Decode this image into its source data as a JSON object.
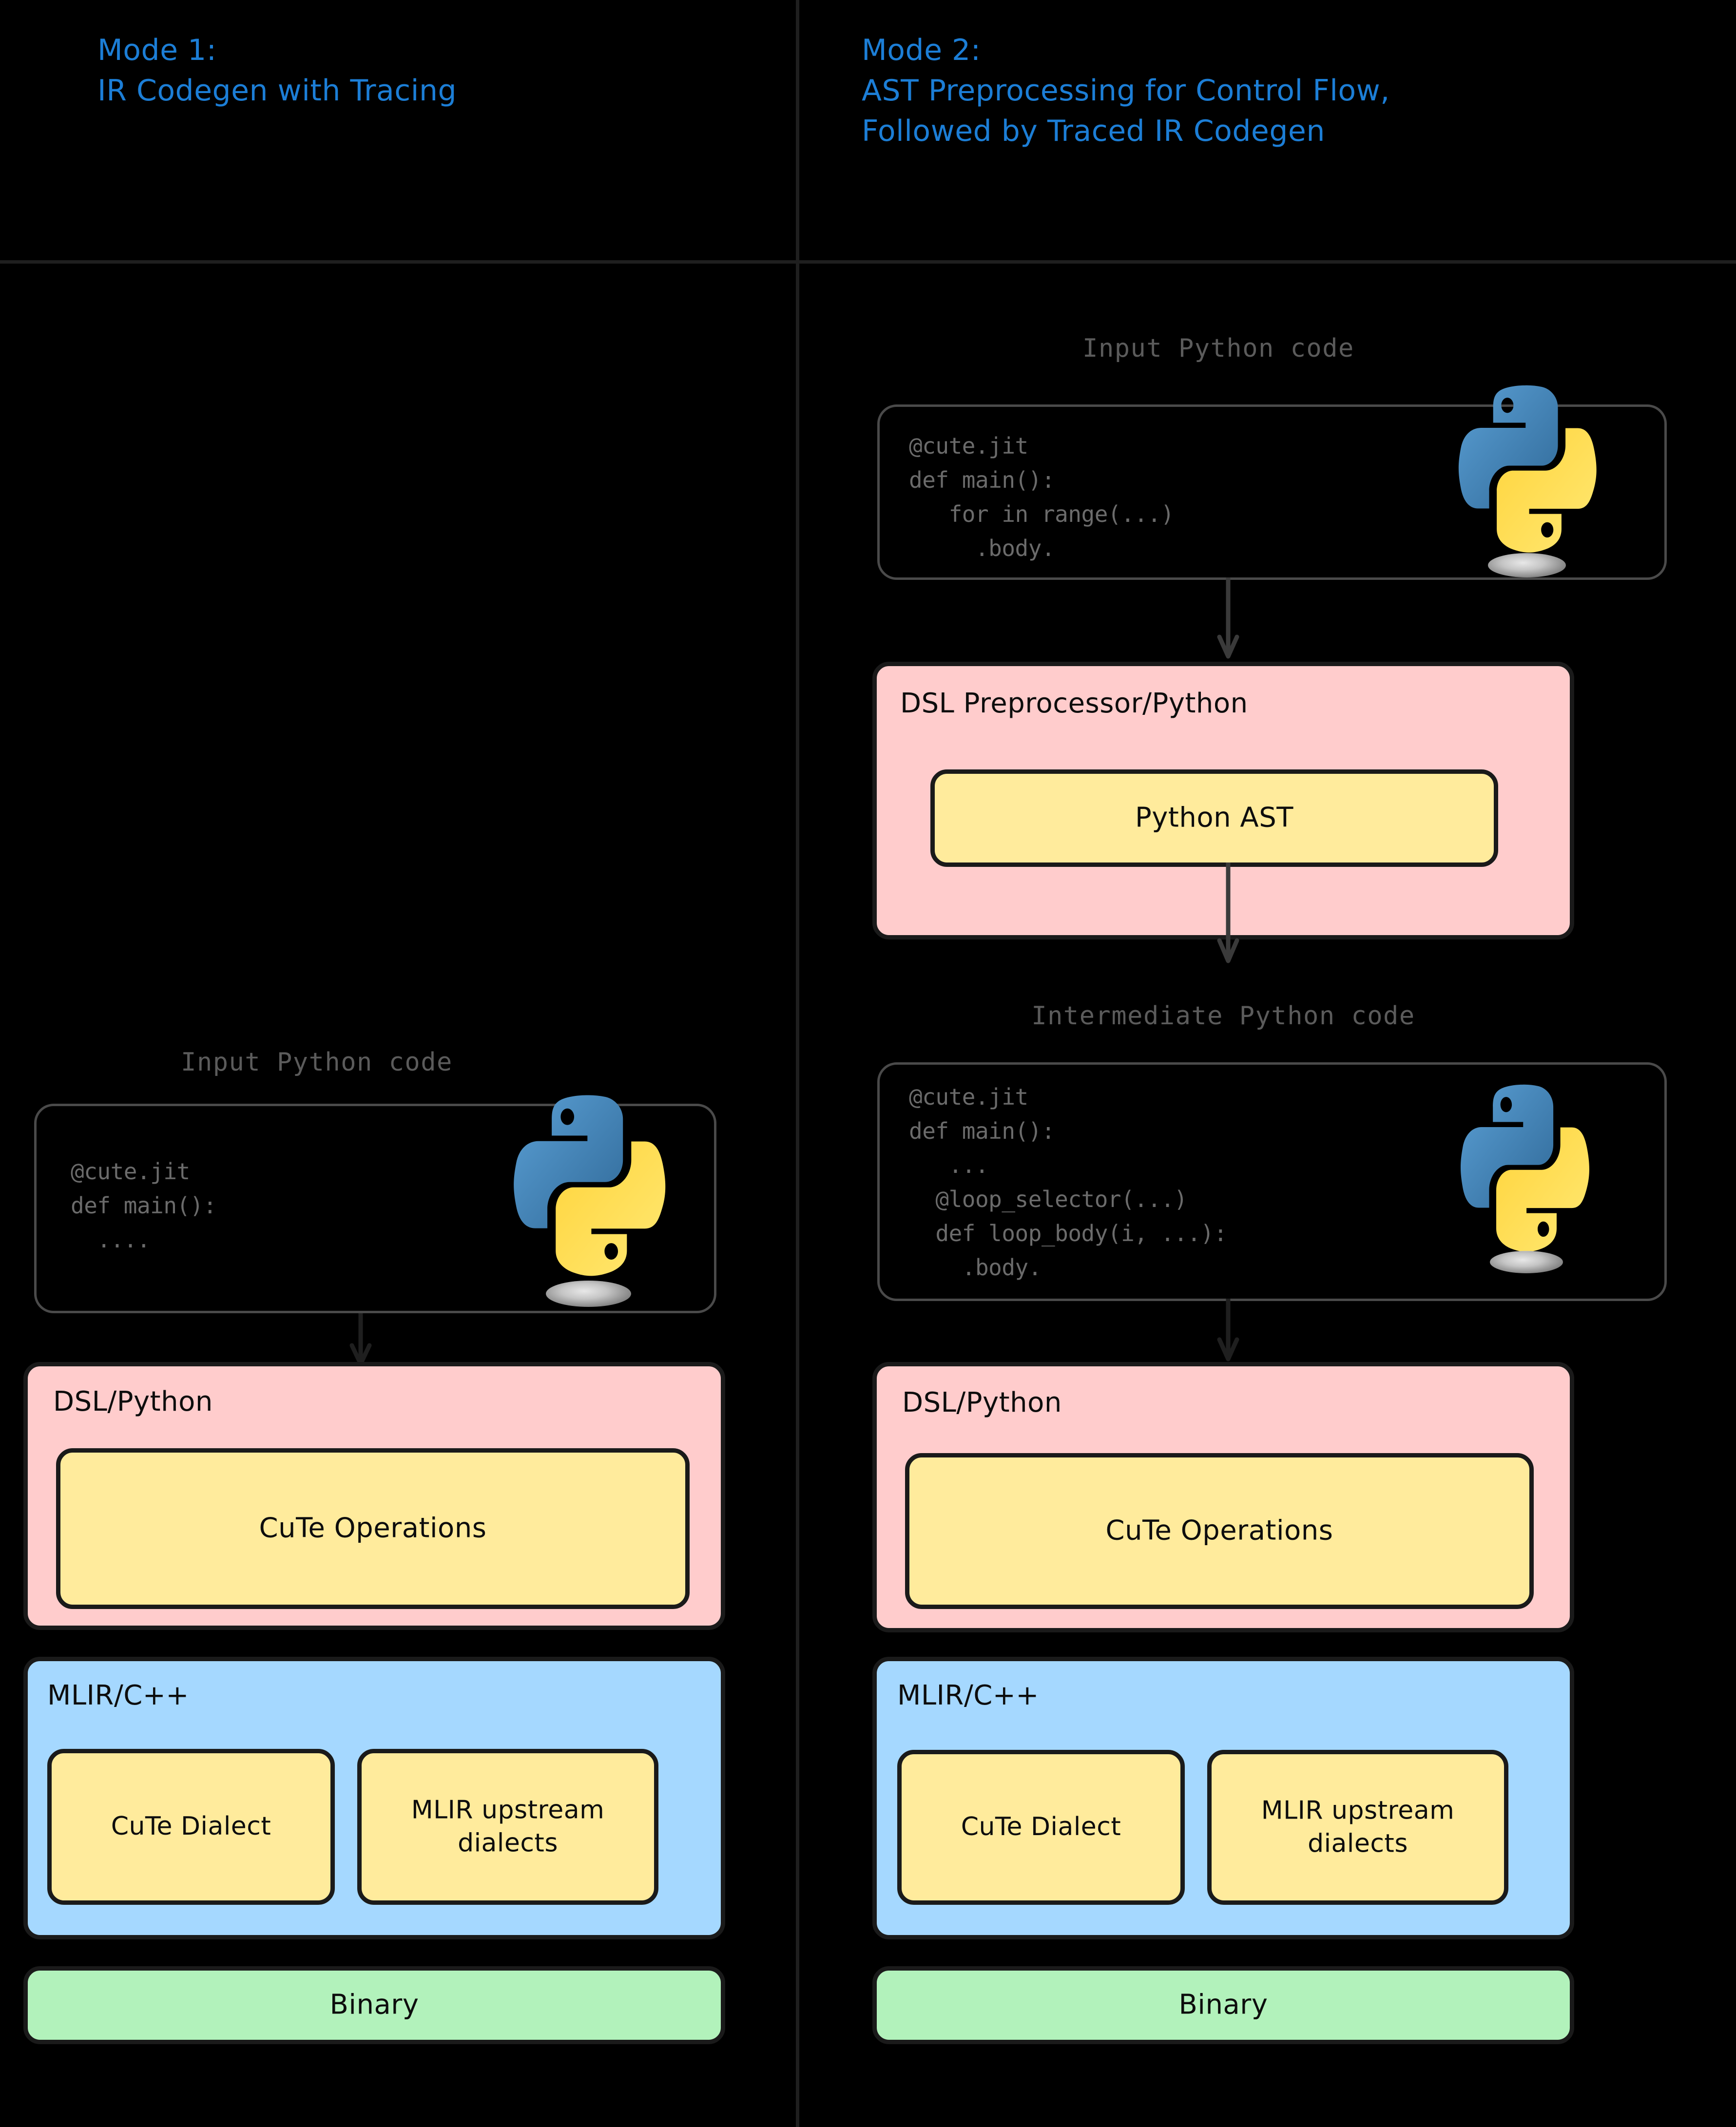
{
  "columns": [
    {
      "id": "mode1",
      "header": "Mode 1:\nIR Codegen with Tracing",
      "caption_input": "Input Python code",
      "code_input": "@cute.jit\ndef main():\n  ....",
      "dsl_title": "DSL/Python",
      "dsl_inner": "CuTe Operations",
      "mlir_title": "MLIR/C++",
      "mlir_inner_left": "CuTe Dialect",
      "mlir_inner_right": "MLIR upstream\ndialects",
      "binary": "Binary"
    },
    {
      "id": "mode2",
      "header": "Mode 2:\nAST Preprocessing for Control Flow,\nFollowed by Traced IR Codegen",
      "caption_input": "Input Python code",
      "code_input": "@cute.jit\ndef main():\n   for in range(...)\n     .body.",
      "preproc_title": "DSL Preprocessor/Python",
      "preproc_inner": "Python AST",
      "caption_intermediate": "Intermediate Python code",
      "code_intermediate": "@cute.jit\ndef main():\n   ...\n  @loop_selector(...)\n  def loop_body(i, ...):\n    .body.",
      "dsl_title": "DSL/Python",
      "dsl_inner": "CuTe Operations",
      "mlir_title": "MLIR/C++",
      "mlir_inner_left": "CuTe Dialect",
      "mlir_inner_right": "MLIR upstream\ndialects",
      "binary": "Binary"
    }
  ],
  "colors": {
    "background": "#000000",
    "header_blue": "#1c7ed6",
    "caption_gray": "#5b5b5b",
    "code_gray": "#6b6b6b",
    "box_pink": "#ffcccc",
    "box_blue": "#a5d8ff",
    "box_yellow": "#ffeb9c",
    "box_green": "#b2f2bb",
    "stroke_dark": "#1a1a1a",
    "divider": "#1f1f1f",
    "python_blue": "#366f9f",
    "python_yellow": "#ffd543"
  },
  "icons": {
    "python_logo": "python-logo-icon",
    "arrow_down": "arrow-down-icon"
  }
}
